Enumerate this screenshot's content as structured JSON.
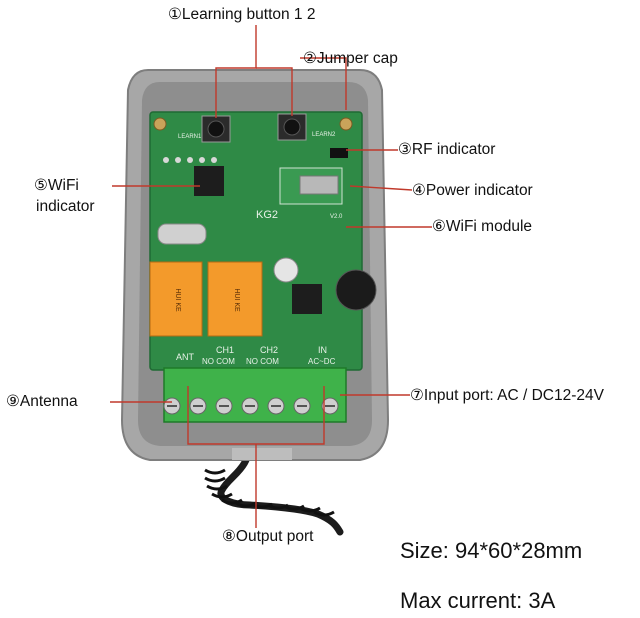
{
  "callouts": {
    "learning": "①Learning button 1 2",
    "jumper": "②Jumper cap",
    "rf": "③RF indicator",
    "power": "④Power indicator",
    "wifi_ind_1": "⑤WiFi",
    "wifi_ind_2": "indicator",
    "wifi_mod": "⑥WiFi module",
    "input": "⑦Input port: AC / DC12-24V",
    "output": "⑧Output port",
    "antenna": "⑨Antenna"
  },
  "specs": {
    "size": "Size: 94*60*28mm",
    "current": "Max current: 3A"
  },
  "board": {
    "learn1": "LEARN1",
    "learn2": "LEARN2",
    "model": "KG2",
    "version": "V2.0",
    "ant": "ANT",
    "ch1": "CH1",
    "ch2": "CH2",
    "in": "IN",
    "no_com_1": "NO COM",
    "no_com_2": "NO COM",
    "ac_dc": "AC~DC",
    "relay_text": "HUI KE"
  },
  "colors": {
    "label": "#111111",
    "leader": "#c0392b",
    "pcb": "#2f8a46",
    "case": "#9b9b9b",
    "terminal": "#3fb24a",
    "relay": "#f39a2b"
  }
}
